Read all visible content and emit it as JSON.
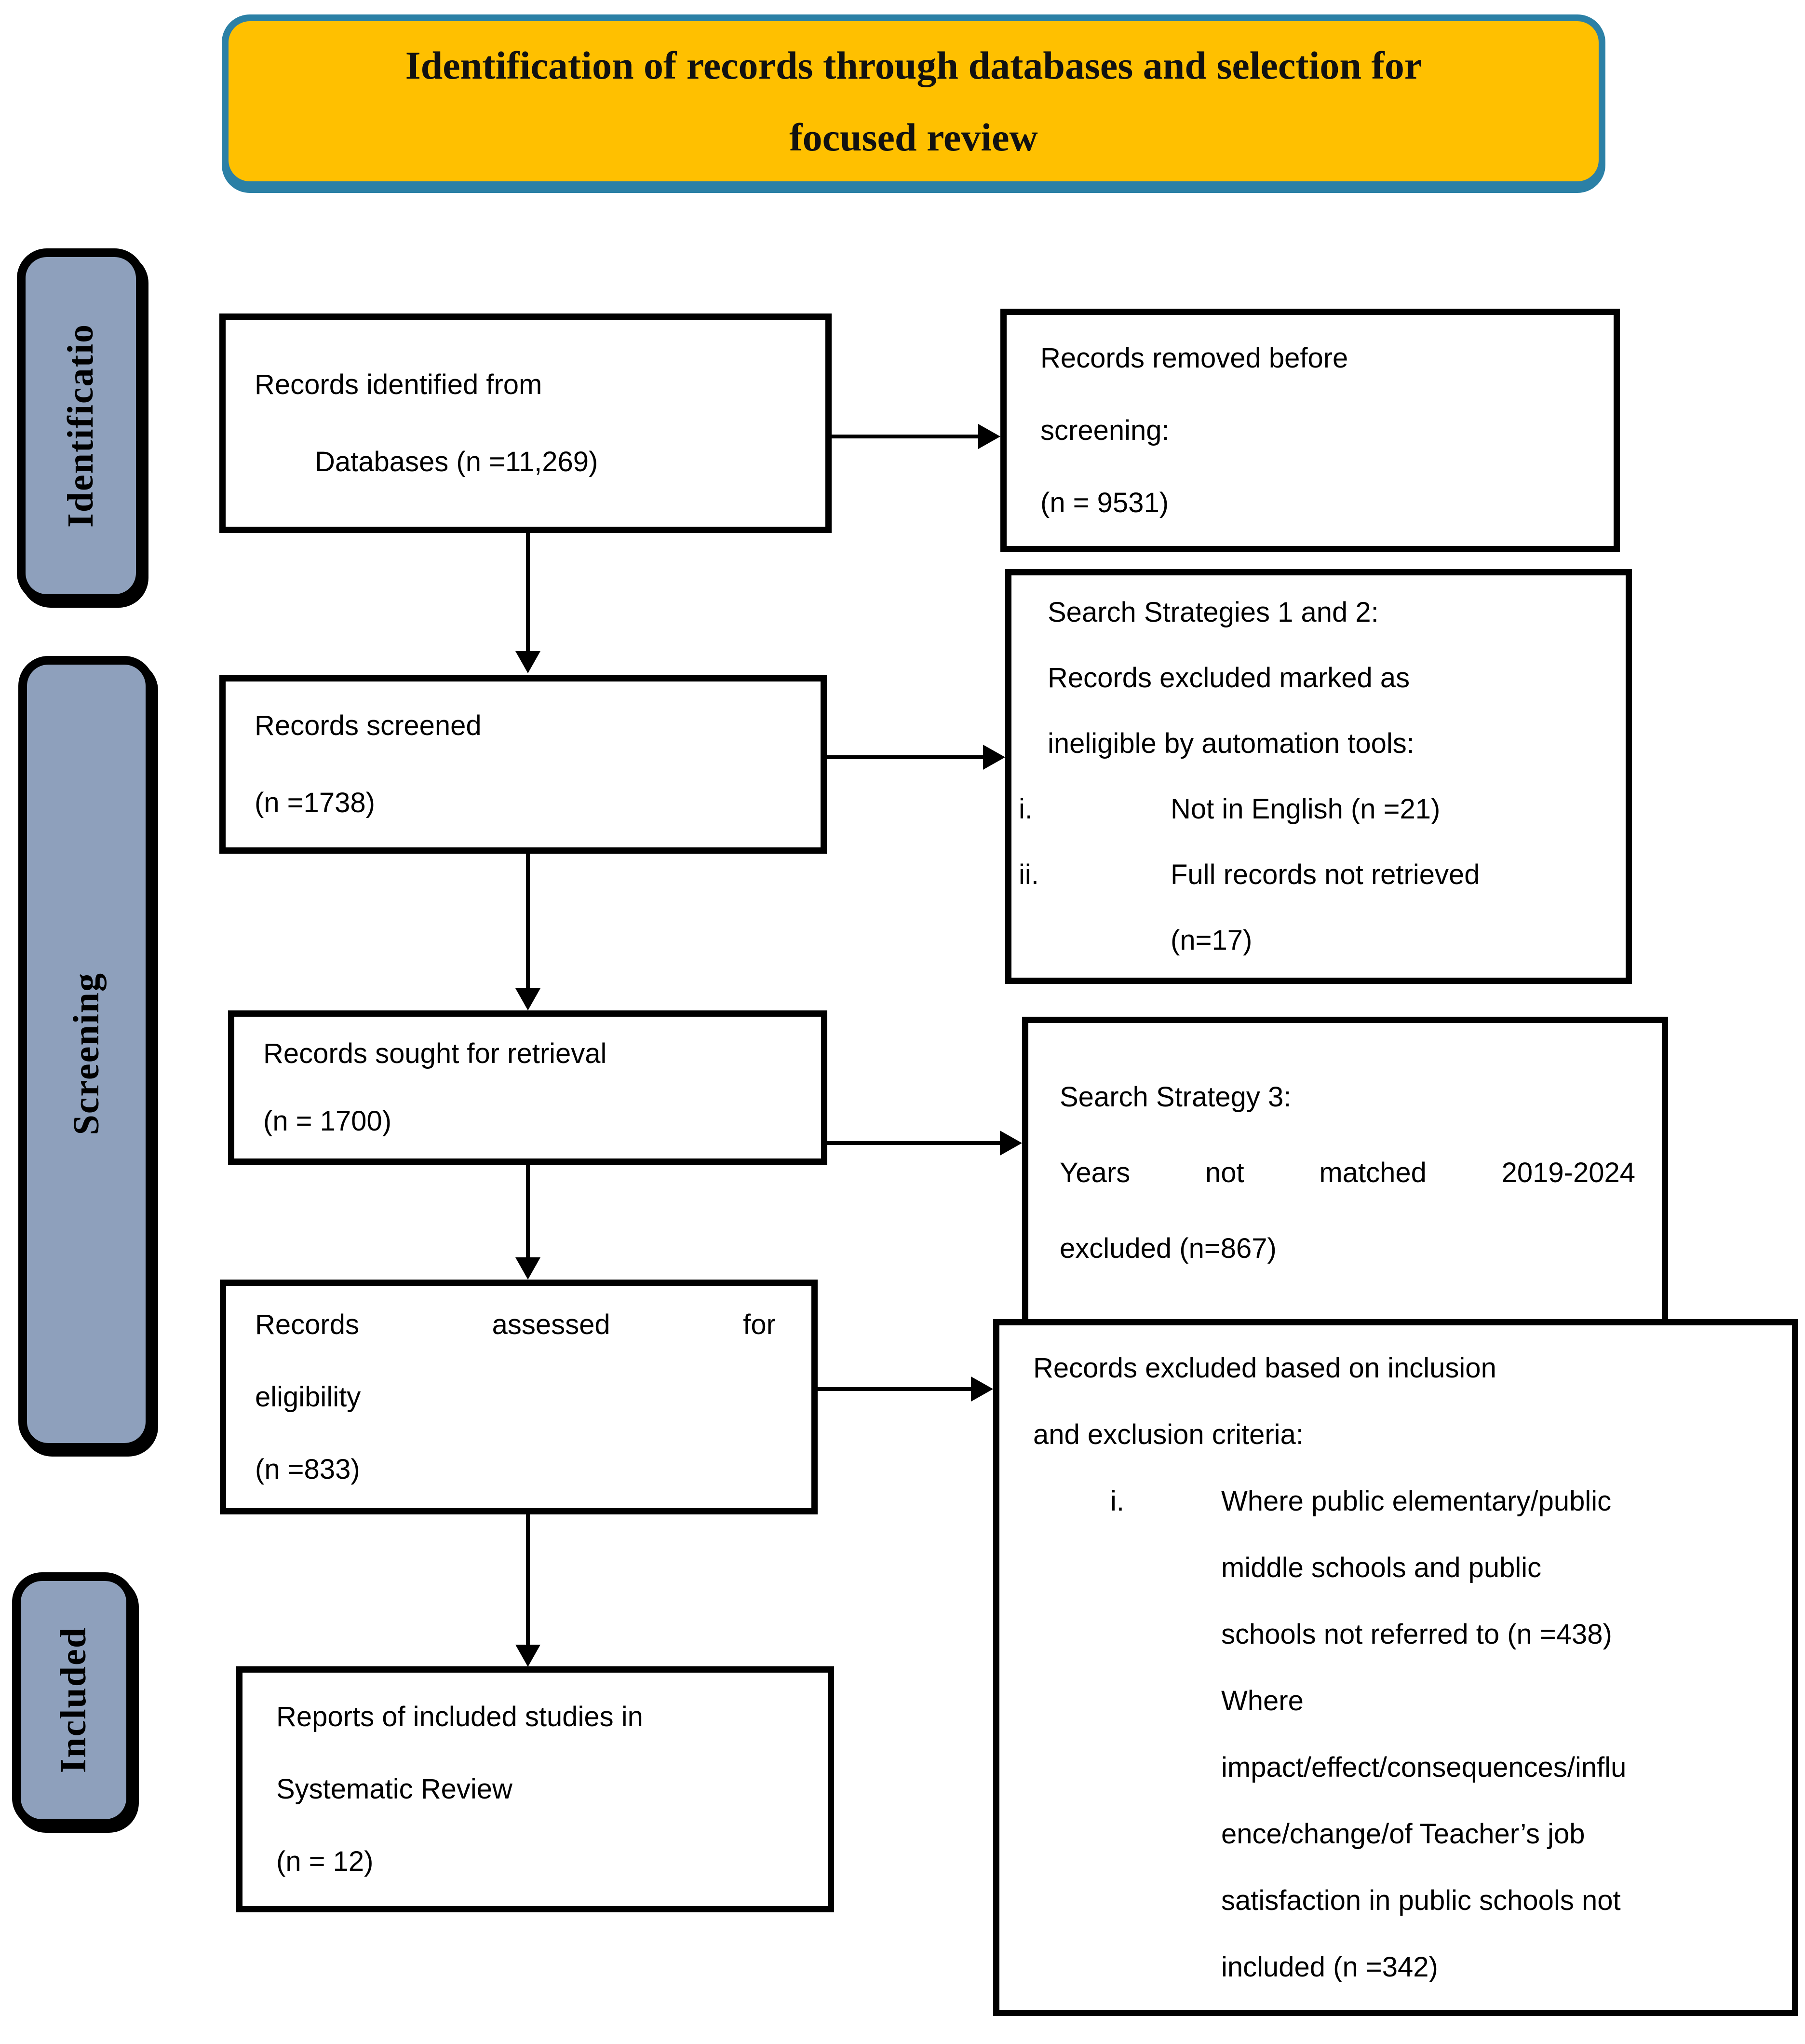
{
  "title": {
    "lines": [
      "Identification of records through databases and selection for",
      "focused review"
    ]
  },
  "colors": {
    "banner_fill": "#FFC000",
    "banner_border": "#2B80A6",
    "stage_fill": "#8EA0BC",
    "box_border": "#000000",
    "text": "#000000"
  },
  "stages": [
    {
      "label": "Identificatio"
    },
    {
      "label": "Screening"
    },
    {
      "label": "Included"
    }
  ],
  "flow": {
    "identified": {
      "lines": [
        "Records identified from",
        "Databases (n =11,269)"
      ]
    },
    "screened": {
      "lines": [
        "Records screened",
        "(n =1738)"
      ]
    },
    "retrieval": {
      "lines": [
        "Records sought for retrieval",
        "(n = 1700)"
      ]
    },
    "assessed": {
      "lines": [
        "Records assessed for",
        "eligibility",
        "(n =833)"
      ]
    },
    "included_reports": {
      "lines": [
        "Reports of included studies in",
        "Systematic Review",
        "(n = 12)"
      ]
    }
  },
  "exclusions": {
    "removed": {
      "lines": [
        "Records removed before",
        "screening:",
        "(n = 9531)"
      ]
    },
    "automation": {
      "intro": [
        "Search Strategies 1 and 2:",
        "Records excluded marked as",
        "ineligible by automation tools:"
      ],
      "items": [
        {
          "marker": "i.",
          "lines": [
            "Not in English (n =21)"
          ]
        },
        {
          "marker": "ii.",
          "lines": [
            "Full records not retrieved",
            "(n=17)"
          ]
        }
      ]
    },
    "years": {
      "lines": [
        "Search Strategy 3:",
        "Years not matched 2019-2024",
        "excluded (n=867)"
      ]
    },
    "criteria": {
      "intro": [
        "Records excluded based on inclusion",
        "and exclusion criteria:"
      ],
      "items": [
        {
          "marker": "i.",
          "lines": [
            "Where public elementary/public",
            "middle schools and public",
            "schools not referred to (n =438)",
            "Where",
            "impact/effect/consequences/influ",
            "ence/change/of Teacher’s job",
            "satisfaction in public schools not",
            "included (n =342)"
          ]
        }
      ]
    }
  }
}
